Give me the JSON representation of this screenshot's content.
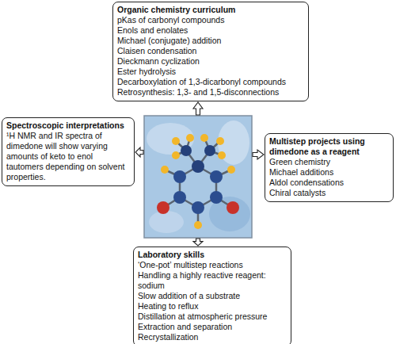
{
  "diagram": {
    "nodes": [
      {
        "text": [
          "Organic chemistry curriculum",
          "pKas of carbonyl compounds",
          "Enols and enolates",
          "Michael (conjugate) addition",
          "Claisen condensation",
          "Dieckmann cyclization",
          "Ester hydrolysis",
          "Decarboxylation of 1,3-dicarbonyl compounds",
          "Retrosynthesis: 1,3- and 1,5-disconnections"
        ]
      },
      {
        "text": [
          "Spectroscopic interpretations",
          "¹H NMR and IR spectra of dimedone will show varying amounts of keto to enol tautomers depending on solvent properties."
        ]
      },
      {
        "text": [
          "Multistep projects using dimedone as a reagent",
          "Green chemistry",
          "Michael additions",
          "Aldol condensations",
          "Chiral catalysts"
        ]
      },
      {
        "text": [
          "Laboratory skills",
          "‘One-pot’ multistep reactions",
          "Handling a highly reactive reagent: sodium",
          "Slow addition of a substrate",
          "Heating to reflux",
          "Distillation at atmospheric pressure",
          "Extraction and separation",
          "Recrystallization"
        ]
      }
    ]
  }
}
